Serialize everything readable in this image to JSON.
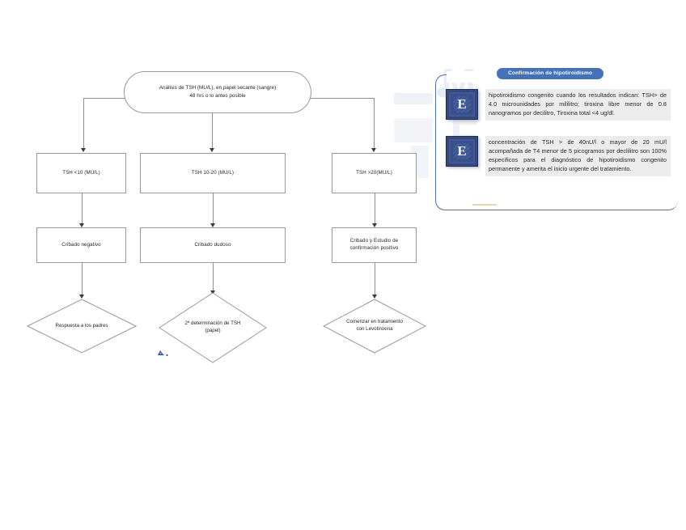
{
  "flowchart": {
    "start": {
      "line1": "Análisis de TSH (MU/L), en papel secante (sangre)",
      "line2": "48 hrs o lo antes posible"
    },
    "branches": [
      {
        "level_label": "TSH <10 (MU/L)",
        "result_label": "Cribado negativo",
        "action_line1": "Respuesta a los padres",
        "action_line2": ""
      },
      {
        "level_label": "TSH 10-20 (MU/L)",
        "result_label": "Cribado dudoso",
        "action_line1": "2ª determinación de TSH",
        "action_line2": "(papel)"
      },
      {
        "level_label": "TSH >20(MU/L)",
        "result_line1": "Cribado y Estudio de",
        "result_line2": "confirmación positivo",
        "action_line1": "Comenzar en tratamiento",
        "action_line2": "con Levotiroxina"
      }
    ]
  },
  "info_panel": {
    "title": "Confirmación de hipotiroidismo",
    "badge_letter": "E",
    "entries": [
      {
        "badge": "E",
        "text": "hipotiroidismo congenito cuando los resultados indican: TSH> de 4.0 microunidades por mililitro; tiroxina libre menor de 0.8 nanogramos por decilitro, Tiroxina total <4 ug/dl."
      },
      {
        "badge": "E",
        "text": "concentración de TSH > de 40nU/l o mayor de 20 mU/l acompañada de T4 menor de 5 picogramos por declilitro son 100% especificos para el diagnóstico de hipotiroidismo congenito permanente y amerita el inicio urgente del tratamiento."
      }
    ]
  },
  "theme": {
    "accent_blue": "#4472b8",
    "frame_blue": "#4a6fb5",
    "badge_navy": "#2f4478",
    "text_block_bg": "#ececec",
    "line_gray": "#8f8f8f",
    "page_bg": "#ffffff"
  }
}
